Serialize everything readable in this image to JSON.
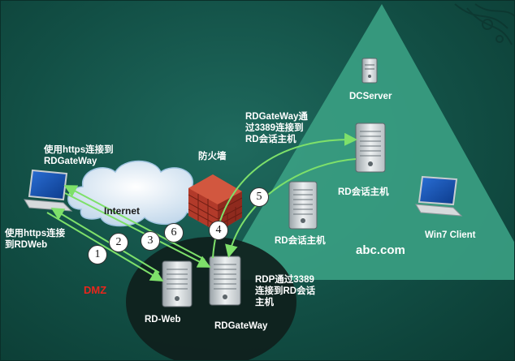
{
  "nodes": {
    "dcserver": "DCServer",
    "rdsh_top": "RD会话主机",
    "rdsh_bottom": "RD会话主机",
    "win7": "Win7 Client",
    "domain": "abc.com",
    "rdweb": "RD-Web",
    "rdgateway": "RDGateWay",
    "internet": "Internet",
    "firewall": "防火墙",
    "dmz": "DMZ"
  },
  "annotations": {
    "https_to_gateway": "使用https连接到\nRDGateWay",
    "https_to_rdweb": "使用https连接\n到RDWeb",
    "gateway_3389": "RDGateWay通\n过3389连接到\nRD会话主机",
    "rdp_3389": "RDP通过3389\n连接到RD会话\n主机"
  },
  "steps": [
    "1",
    "2",
    "3",
    "4",
    "5",
    "6"
  ],
  "colors": {
    "background": "#124f45",
    "triangle": "#3a9e82",
    "dmz_ellipse": "#0f1f1c",
    "arrow": "#7ee06a",
    "dmz_text": "#e8261c"
  },
  "icons": {
    "laptop": "laptop-icon",
    "server": "server-icon",
    "cloud": "cloud-icon",
    "firewall": "brick-wall-icon",
    "client": "laptop-icon"
  }
}
